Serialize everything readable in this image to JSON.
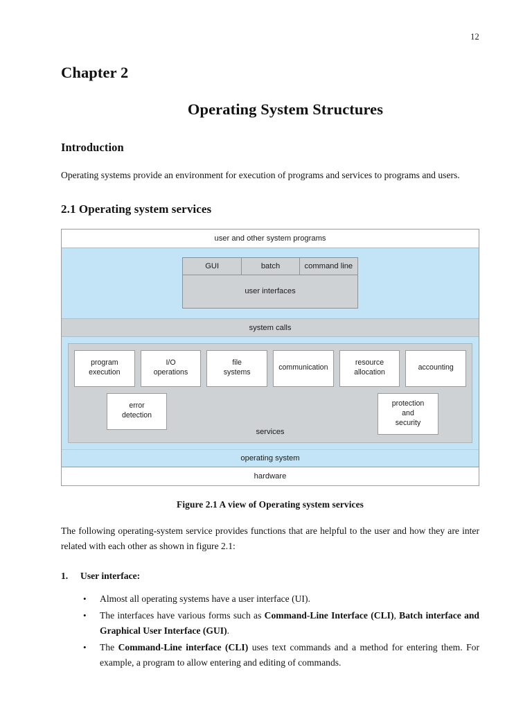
{
  "page": {
    "number": "12"
  },
  "headings": {
    "chapter": "Chapter 2",
    "title": "Operating System Structures",
    "introduction": "Introduction",
    "section": "2.1 Operating system services"
  },
  "paragraphs": {
    "intro": "Operating systems provide an environment for execution of programs and services to programs and users.",
    "after_figure": "The following operating-system service provides functions that are helpful to the user and how they are inter related with each other as shown in figure 2.1:"
  },
  "figure": {
    "caption": "Figure 2.1 A view of Operating system services",
    "bands": {
      "top": "user and other system programs",
      "system_calls": "system calls",
      "operating_system": "operating system",
      "hardware": "hardware"
    },
    "interfaces": {
      "cells": [
        "GUI",
        "batch",
        "command line"
      ],
      "label": "user interfaces"
    },
    "services": {
      "label": "services",
      "row1": [
        "program\nexecution",
        "I/O\noperations",
        "file\nsystems",
        "communication",
        "resource\nallocation",
        "accounting"
      ],
      "row2": [
        "error\ndetection",
        "protection\nand\nsecurity"
      ]
    },
    "colors": {
      "blue": "#c2e4f6",
      "gray": "#ced2d4",
      "white": "#ffffff",
      "border": "#9a9a9a"
    }
  },
  "list": {
    "number": "1.",
    "title": "User interface:",
    "bullet_glyph": "•",
    "items": [
      {
        "parts": [
          {
            "text": "Almost all operating systems have a user interface (UI).",
            "bold": false
          }
        ]
      },
      {
        "parts": [
          {
            "text": "The interfaces have various forms such as ",
            "bold": false
          },
          {
            "text": "Command-Line Interface (CLI)",
            "bold": true
          },
          {
            "text": ", ",
            "bold": false
          },
          {
            "text": "Batch interface and Graphical User Interface (GUI)",
            "bold": true
          },
          {
            "text": ".",
            "bold": false
          }
        ]
      },
      {
        "parts": [
          {
            "text": "The ",
            "bold": false
          },
          {
            "text": "Command-Line interface (CLI)",
            "bold": true
          },
          {
            "text": " uses text commands and a method for entering them. For example, a program to allow entering and editing of commands.",
            "bold": false
          }
        ]
      }
    ]
  }
}
